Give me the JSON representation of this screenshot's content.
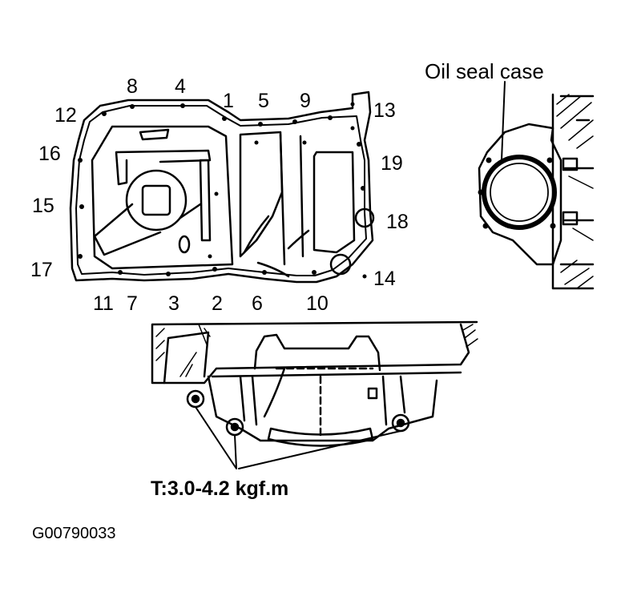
{
  "callouts": {
    "n1": "1",
    "n2": "2",
    "n3": "3",
    "n4": "4",
    "n5": "5",
    "n6": "6",
    "n7": "7",
    "n8": "8",
    "n9": "9",
    "n10": "10",
    "n11": "11",
    "n12": "12",
    "n13": "13",
    "n14": "14",
    "n15": "15",
    "n16": "16",
    "n17": "17",
    "n18": "18",
    "n19": "19"
  },
  "oil_seal_label": "Oil seal case",
  "torque_label": "T:3.0-4.2 kgf.m",
  "figure_code": "G00790033",
  "colors": {
    "ink": "#000000",
    "paper": "#ffffff"
  }
}
